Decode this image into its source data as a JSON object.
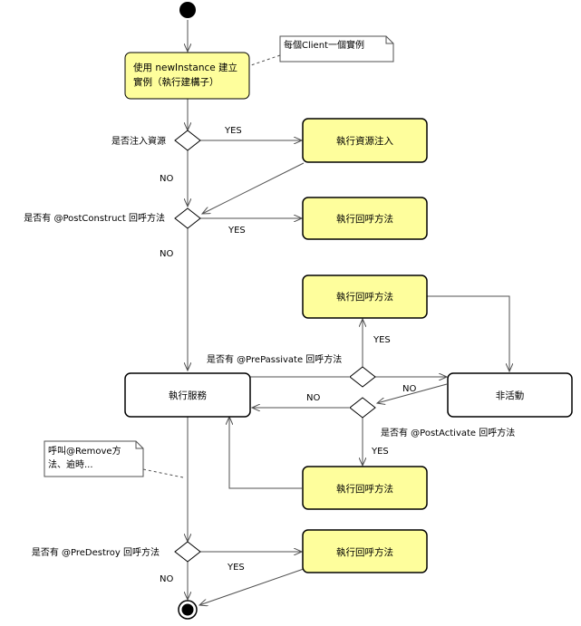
{
  "colors": {
    "action_fill": "#fefe9c",
    "plain_fill": "#ffffff",
    "line": "#505050",
    "note_fill": "#ffffff"
  },
  "notes": {
    "per_client": "每個Client一個實例",
    "remove_line1": "呼叫@Remove方",
    "remove_line2": "法、逾時..."
  },
  "actions": {
    "create_line1": "使用 newInstance 建立",
    "create_line2": "實例（執行建構子）",
    "inject": "執行資源注入",
    "postconstruct_cb": "執行回呼方法",
    "prepassivate_cb": "執行回呼方法",
    "postactivate_cb": "執行回呼方法",
    "predestroy_cb": "執行回呼方法",
    "service": "執行服務",
    "inactive": "非活動"
  },
  "decisions": {
    "inject_q": "是否注入資源",
    "postconstruct_q": "是否有 @PostConstruct 回呼方法",
    "prepassivate_q": "是否有 @PrePassivate 回呼方法",
    "postactivate_q": "是否有 @PostActivate 回呼方法",
    "predestroy_q": "是否有 @PreDestroy 回呼方法"
  },
  "guards": {
    "inject_yes": "YES",
    "inject_no": "NO",
    "postconstruct_yes": "YES",
    "postconstruct_no": "NO",
    "prepassivate_yes": "YES",
    "prepassivate_no": "NO",
    "postactivate_no": "NO",
    "postactivate_yes": "YES",
    "predestroy_yes": "YES",
    "predestroy_no": "NO"
  }
}
